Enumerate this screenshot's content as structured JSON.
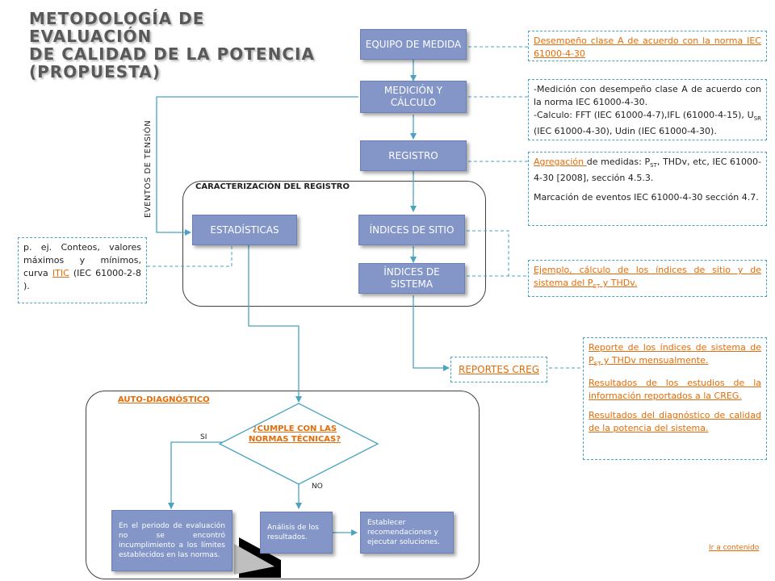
{
  "title": {
    "line1": "METODOLOGÍA DE",
    "line2": "EVALUACIÓN",
    "line3": "DE CALIDAD DE LA POTENCIA",
    "line4": "(PROPUESTA)"
  },
  "regions": {
    "caracterizacion": "CARACTERIZACIÓN DEL REGISTRO",
    "auto": "AUTO-DIAGNÓSTICO"
  },
  "boxes": {
    "equipo": "EQUIPO DE MEDIDA",
    "medicion": "MEDICIÓN Y CÁLCULO",
    "registro": "REGISTRO",
    "estadisticas": "ESTADÍSTICAS",
    "indices_sitio": "ÍNDICES DE SITIO",
    "indices_sistema": "ÍNDICES DE SISTEMA",
    "incumplimiento": "En el periodo de evaluación no se encontró incumplimiento a los límites establecidos en las normas.",
    "analisis": "Análisis de los resultados.",
    "establecer": "Establecer recomendaciones y ejecutar soluciones."
  },
  "decision": {
    "question": "¿CUMPLE CON LAS NORMAS TÉCNICAS?",
    "yes": "SI",
    "no": "NO"
  },
  "side_label": "EVENTOS DE TENSIÓN",
  "notes": {
    "desempeno": "Desempeño clase A de acuerdo con la norma IEC 61000-4-30",
    "medicion_line1": "-Medición con desempeño clase A de acuerdo con la norma IEC 61000-4-30.",
    "medicion_line2": "-Calculo: FFT (IEC 61000-4-7),IFL (61000-4-15), U",
    "medicion_sub": "SR",
    "medicion_line2_end": " (IEC 61000-4-30), Udin (IEC 61000-4-30).",
    "agregacion_link": "Agregación ",
    "agregacion_text": "de medidas: P",
    "agregacion_sub": "ST",
    "agregacion_text2": ", THDv, etc, IEC 61000-4-30 [2008], sección 4.5.3.",
    "marcacion": "Marcación de eventos IEC 61000-4-30 sección 4.7.",
    "conteos_text": "p. ej. Conteos, valores máximos y mínimos, curva ",
    "conteos_link": "ITIC",
    "conteos_end": " (IEC 61000-2-8 ).",
    "ejemplo": "Ejemplo, cálculo de los índices de sitio y de sistema del P",
    "ejemplo_sub": "ST",
    "ejemplo_end": " y THDv.",
    "reporte1": "Reporte de los índices de sistema de P",
    "reporte1_sub": "ST",
    "reporte1_end": " y THDv mensualmente.",
    "reporte2": "Resultados de los estudios de la información reportados a la CREG.",
    "reporte3": "Resultados del diagnóstico de calidad de la potencia del sistema."
  },
  "reportes_button": "REPORTES CREG",
  "nav_link": "Ir a contenido",
  "colors": {
    "box_fill": "#8496c8",
    "link": "#e36c0a",
    "connector": "#4aa3bf"
  }
}
